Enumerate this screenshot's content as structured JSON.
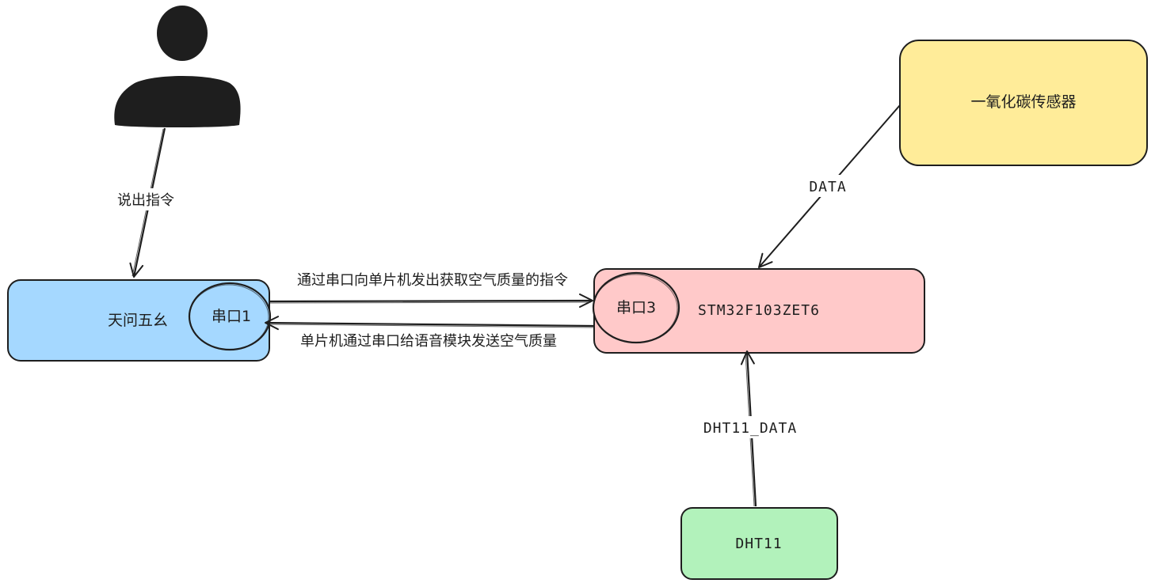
{
  "nodes": {
    "person": {
      "icon": "person-icon"
    },
    "tianwen": {
      "label": "天问五幺",
      "fill": "#a5d8ff"
    },
    "port1": {
      "label": "串口1",
      "fill": "#a5d8ff"
    },
    "stm32": {
      "label": "STM32F103ZET6",
      "fill": "#ffc9c9"
    },
    "port3": {
      "label": "串口3",
      "fill": "#ffc9c9"
    },
    "co_sensor": {
      "label": "一氧化碳传感器",
      "fill": "#ffec99"
    },
    "dht11": {
      "label": "DHT11",
      "fill": "#b2f2bb"
    }
  },
  "edges": {
    "speak": {
      "label": "说出指令"
    },
    "to_mcu": {
      "label": "通过串口向单片机发出获取空气质量的指令"
    },
    "to_voice": {
      "label": "单片机通过串口给语音模块发送空气质量"
    },
    "co_data": {
      "label": "DATA"
    },
    "dht_data": {
      "label": "DHT11_DATA"
    }
  },
  "colors": {
    "stroke": "#1e1e1e",
    "background": "#ffffff"
  }
}
